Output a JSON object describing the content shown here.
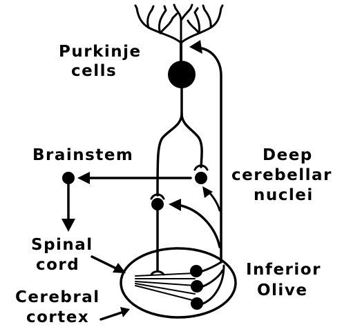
{
  "labels": {
    "purkinje_line1": "Purkinje",
    "purkinje_line2": "cells",
    "brainstem": "Brainstem",
    "deep_line1": "Deep",
    "deep_line2": "cerebellar",
    "deep_line3": "nuclei",
    "spinal_line1": "Spinal",
    "spinal_line2": "cord",
    "cerebral_line1": "Cerebral",
    "cerebral_line2": "cortex",
    "olive_line1": "Inferior",
    "olive_line2": "Olive"
  }
}
